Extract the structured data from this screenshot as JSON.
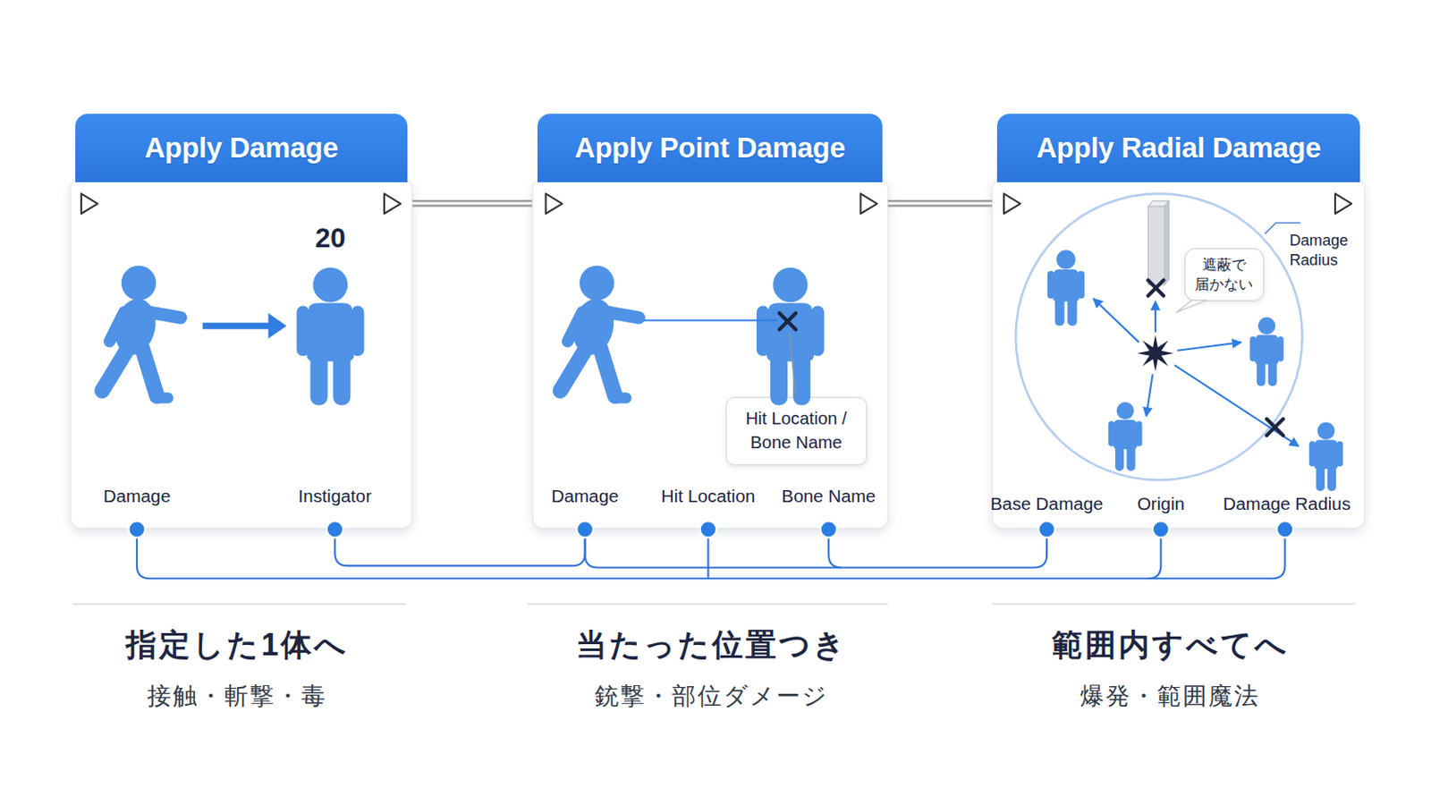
{
  "diagram": {
    "nodes": [
      {
        "text": [
          "Apply Damage",
          "20",
          "Damage",
          "Instigator"
        ]
      },
      {
        "text": [
          "Apply Point Damage",
          "Damage",
          "Hit Location",
          "Bone Name"
        ]
      },
      {
        "text": [
          "Hit Location / Bone Name"
        ],
        "in": 1
      },
      {
        "text": [
          "Apply Radial Damage",
          "Damage Radius",
          "Base Damage",
          "Origin",
          "Damage Radius"
        ]
      },
      {
        "text": [
          "遮蔽で 届かない"
        ],
        "in": 3
      }
    ],
    "edges": [
      {
        "from": 0,
        "to": 1,
        "arrow": "none"
      },
      {
        "from": 1,
        "to": 3,
        "arrow": "none"
      }
    ],
    "labels": [
      "指定した1体へ",
      "接触・斬撃・毒",
      "当たった位置つき",
      "銃撃・部位ダメージ",
      "範囲内すべてへ",
      "爆発・範囲魔法"
    ]
  }
}
